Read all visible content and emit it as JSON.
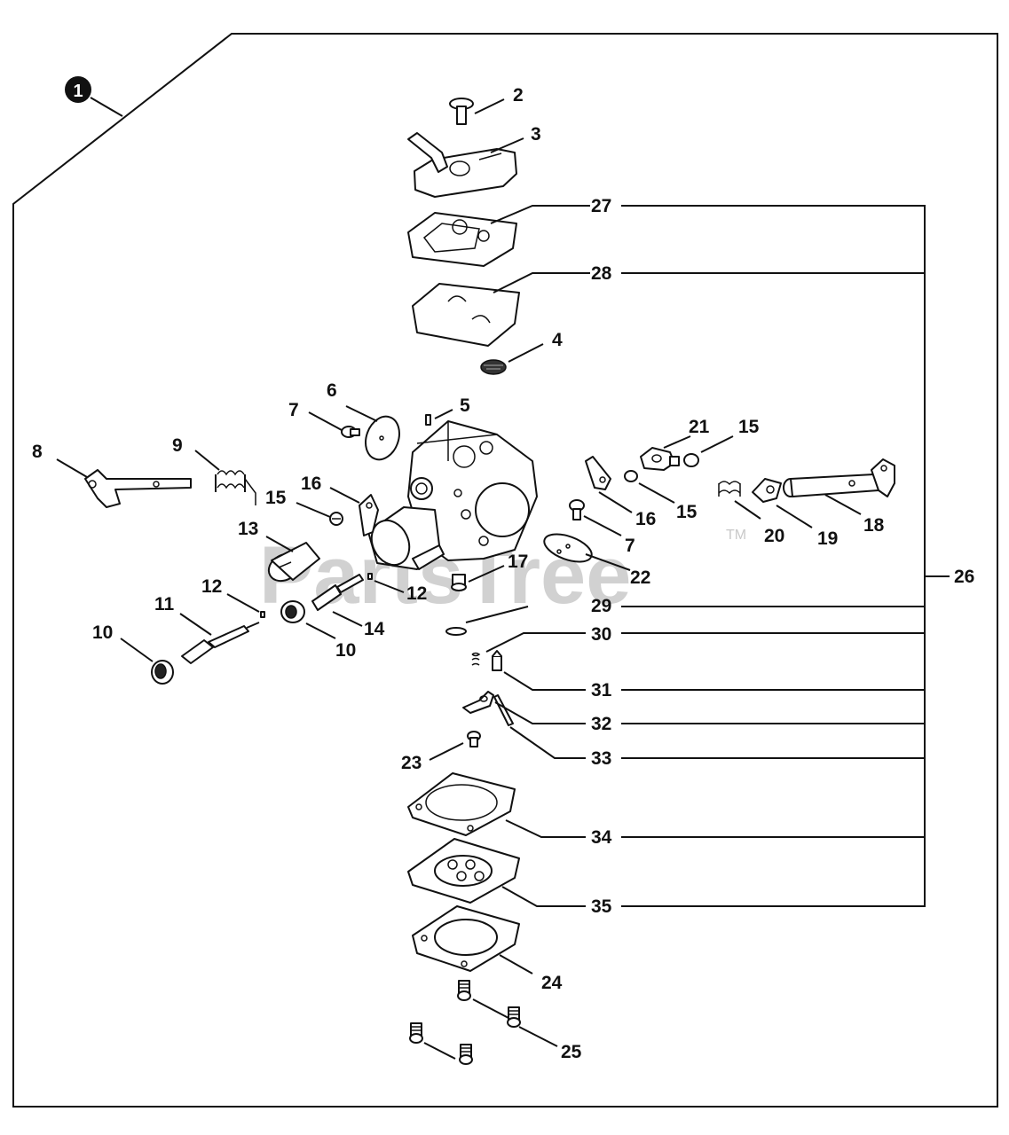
{
  "watermark": {
    "text": "PartsTree",
    "trademark": "TM"
  },
  "assembly_badge": "1",
  "callouts": {
    "c2": "2",
    "c3": "3",
    "c4": "4",
    "c5": "5",
    "c6": "6",
    "c7a": "7",
    "c7b": "7",
    "c8": "8",
    "c9": "9",
    "c10a": "10",
    "c10b": "10",
    "c11": "11",
    "c12a": "12",
    "c12b": "12",
    "c13": "13",
    "c14": "14",
    "c15a": "15",
    "c15b": "15",
    "c15c": "15",
    "c16a": "16",
    "c16b": "16",
    "c17": "17",
    "c18": "18",
    "c19": "19",
    "c20": "20",
    "c21": "21",
    "c22": "22",
    "c23": "23",
    "c24": "24",
    "c25": "25",
    "c26": "26",
    "c27": "27",
    "c28": "28",
    "c29": "29",
    "c30": "30",
    "c31": "31",
    "c32": "32",
    "c33": "33",
    "c34": "34",
    "c35": "35"
  }
}
